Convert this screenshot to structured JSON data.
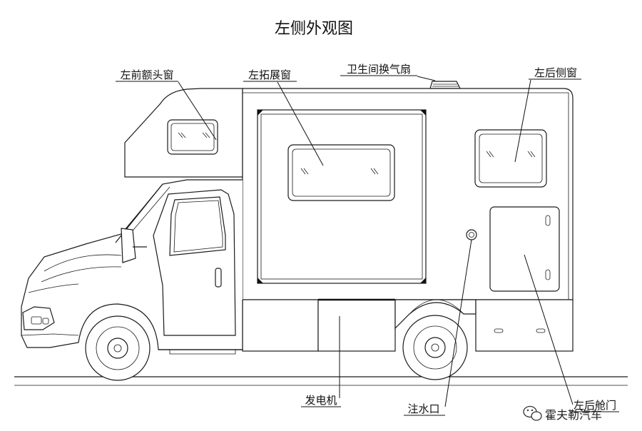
{
  "title": "左侧外观图",
  "labels": {
    "front_window": "左前额头窗",
    "slideout_window": "左拓展窗",
    "bathroom_fan": "卫生间换气扇",
    "rear_side_window": "左后侧窗",
    "generator": "发电机",
    "water_inlet": "注水口",
    "rear_compartment_door": "左后舱门"
  },
  "watermark": {
    "text": "霍夫勒汽车",
    "icon": "wechat-icon"
  }
}
